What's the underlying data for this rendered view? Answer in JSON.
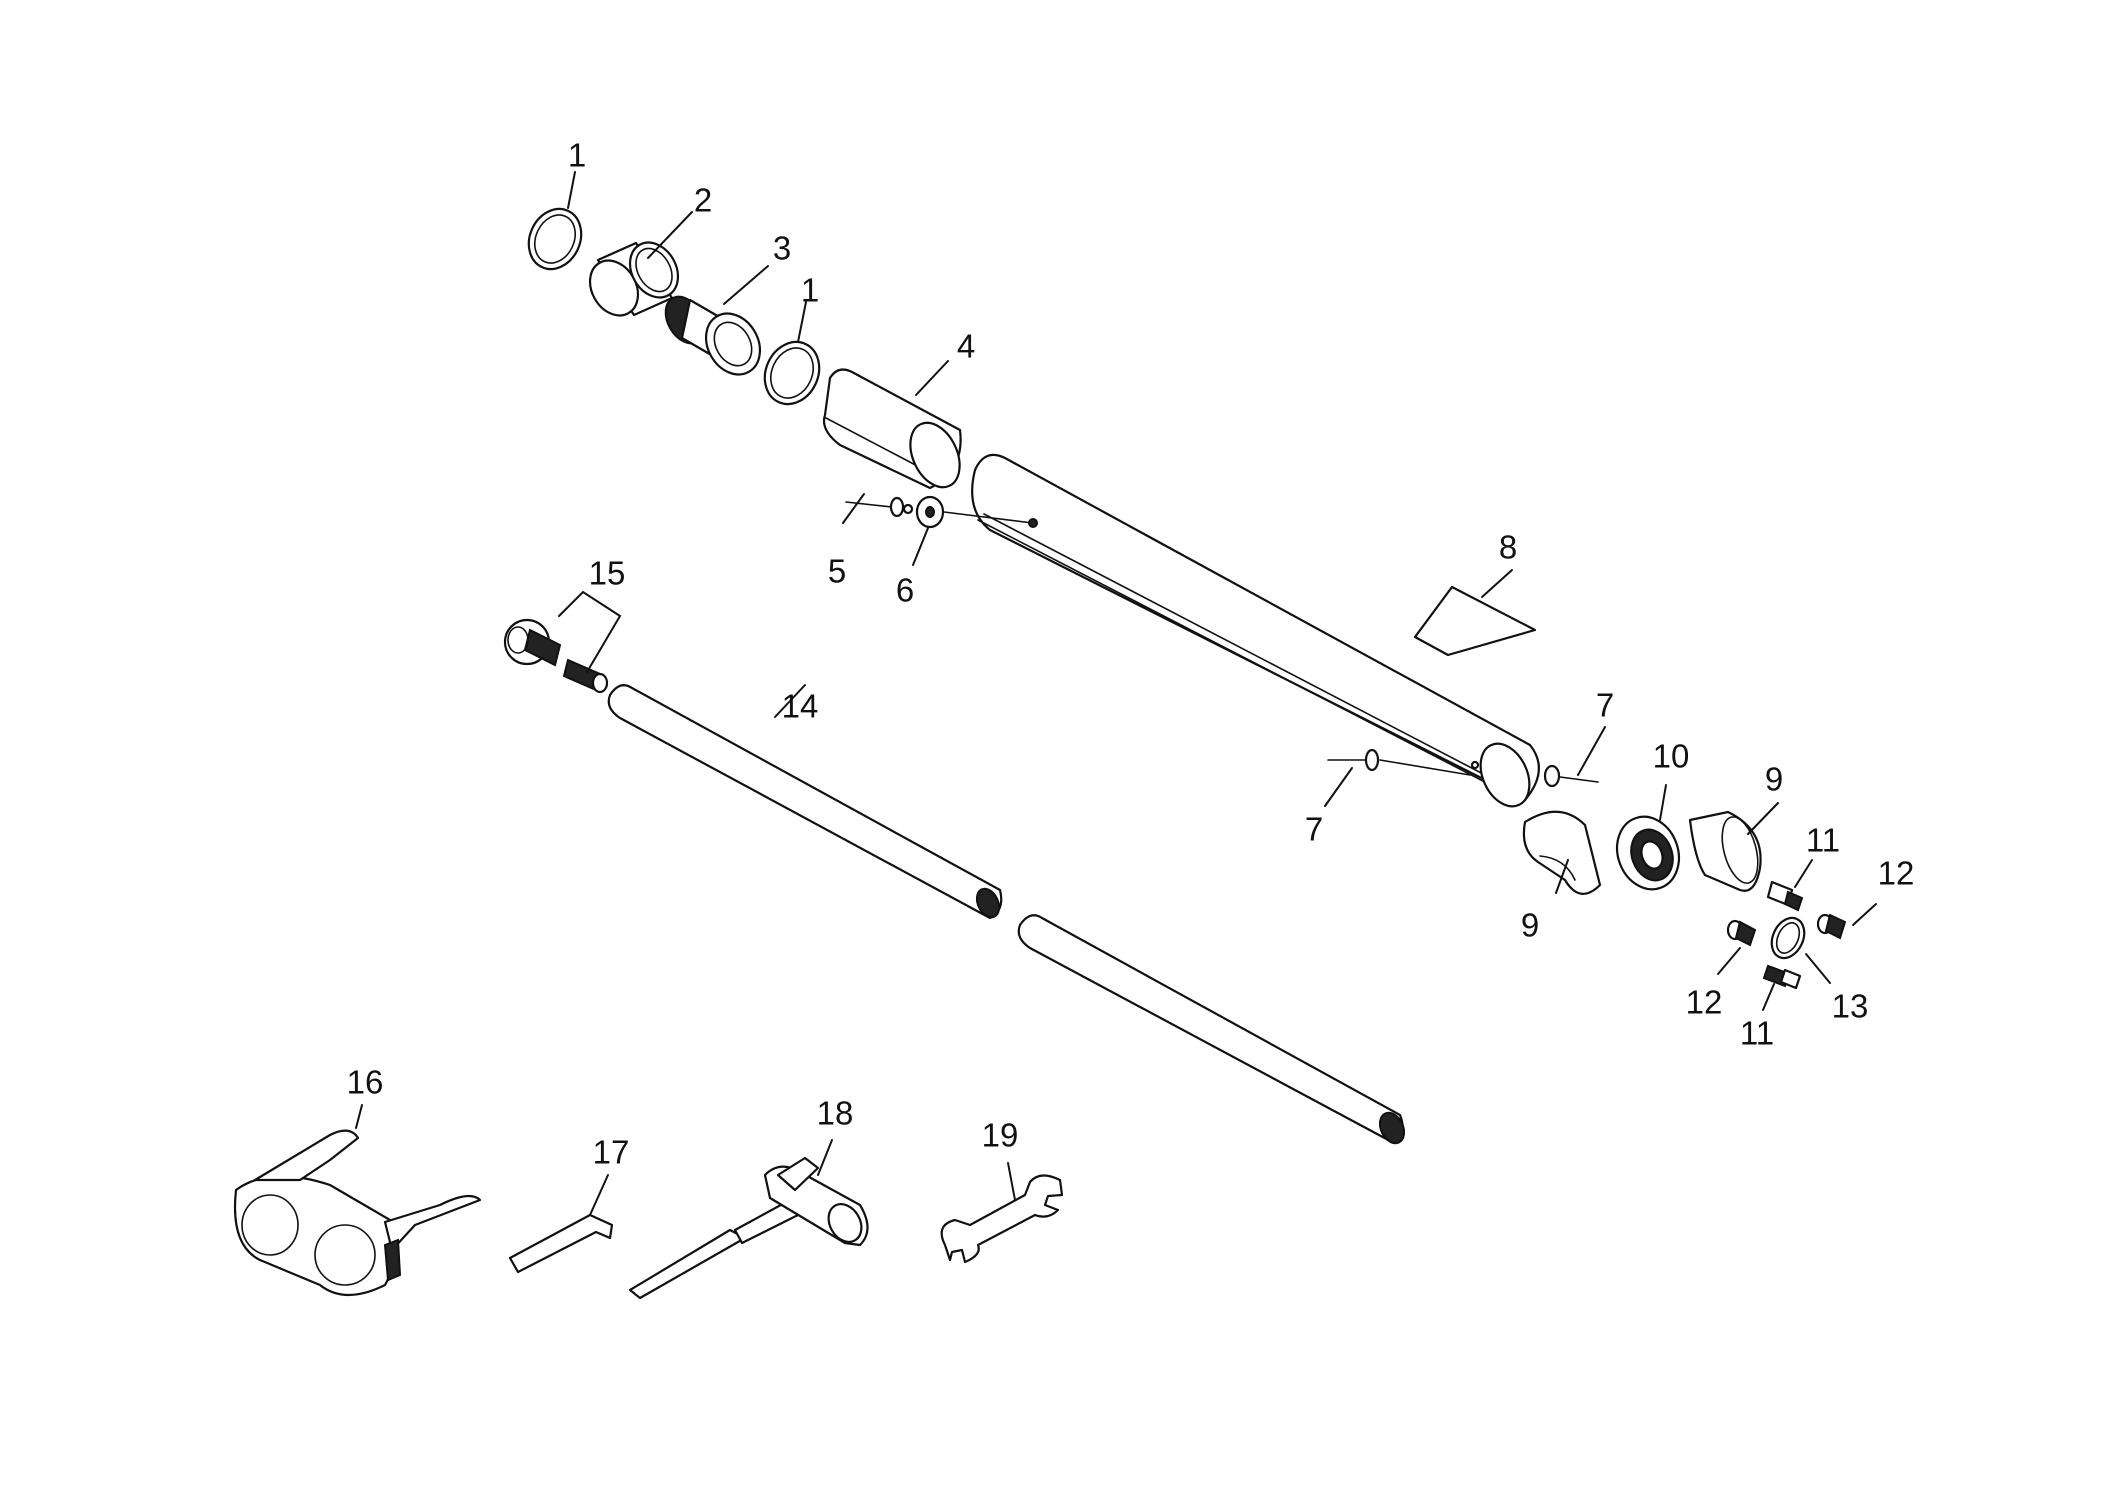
{
  "callouts": {
    "c1a": "1",
    "c2": "2",
    "c3": "3",
    "c1b": "1",
    "c4": "4",
    "c5": "5",
    "c6": "6",
    "c8": "8",
    "c15": "15",
    "c14": "14",
    "c7a": "7",
    "c7b": "7",
    "c10": "10",
    "c9a": "9",
    "c9b": "9",
    "c11a": "11",
    "c12a": "12",
    "c12b": "12",
    "c13": "13",
    "c11b": "11",
    "c16": "16",
    "c17": "17",
    "c18": "18",
    "c19": "19"
  },
  "colors": {
    "line": "#111111",
    "background": "#ffffff"
  }
}
